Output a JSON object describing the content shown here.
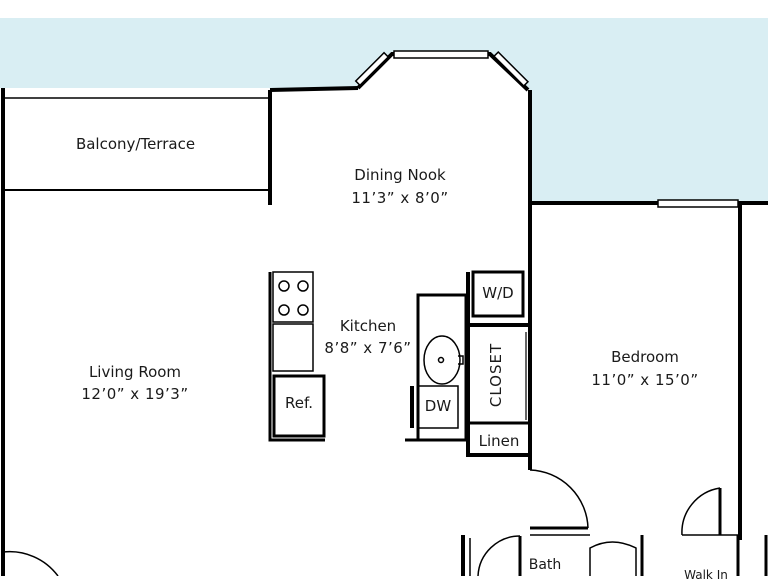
{
  "colors": {
    "sky": "#d9eef3",
    "wall": "#000000",
    "background": "#ffffff"
  },
  "rooms": {
    "balcony": {
      "name": "Balcony/Terrace"
    },
    "dining": {
      "name": "Dining Nook",
      "size": "11’3” x 8’0”"
    },
    "kitchen": {
      "name": "Kitchen",
      "size": "8’8” x 7’6”"
    },
    "living": {
      "name": "Living Room",
      "size": "12’0” x 19’3”"
    },
    "bedroom": {
      "name": "Bedroom",
      "size": "11’0” x 15’0”"
    },
    "bath": {
      "name": "Bath"
    },
    "walkin": {
      "name": "Walk In"
    }
  },
  "fixtures": {
    "washer_dryer": "W/D",
    "closet": "CLOSET",
    "dishwasher": "DW",
    "refrigerator": "Ref.",
    "linen": "Linen"
  }
}
